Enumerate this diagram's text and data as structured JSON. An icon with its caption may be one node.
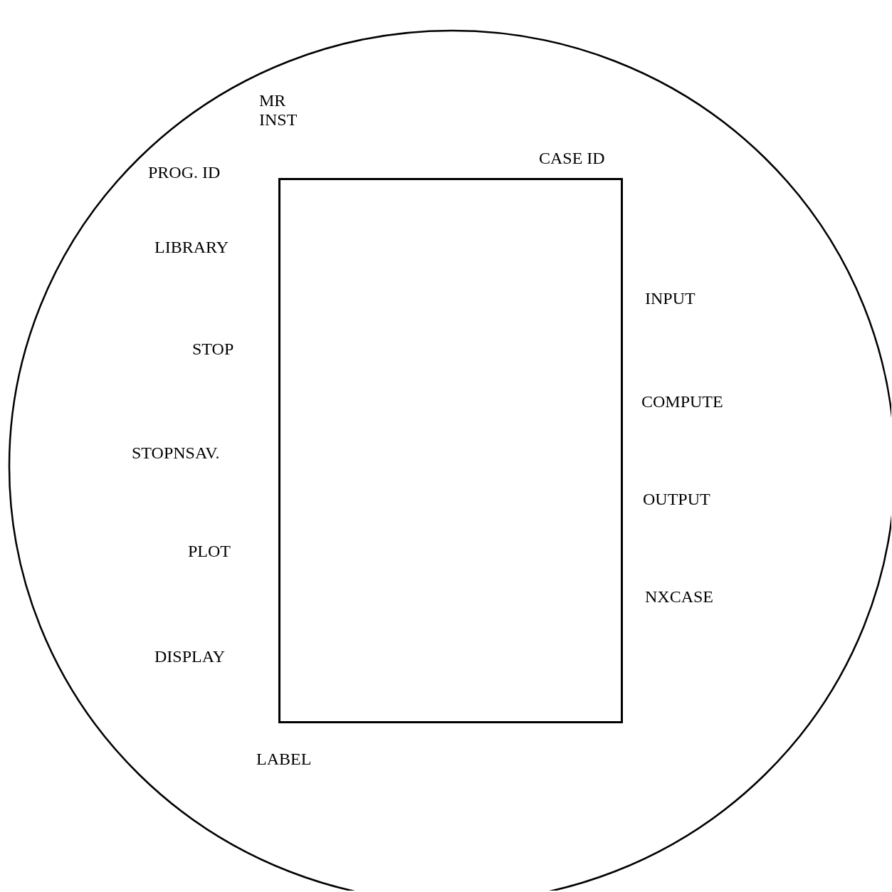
{
  "diagram": {
    "nodes": [
      {
        "text": [],
        "shape": "circle"
      },
      {
        "text": [],
        "shape": "box",
        "in": 0
      }
    ],
    "labels": [
      "MR INST",
      "PROG. ID",
      "CASE ID",
      "LIBRARY",
      "INPUT",
      "STOP",
      "COMPUTE",
      "STOPNSAV.",
      "OUTPUT",
      "PLOT",
      "NXCASE",
      "DISPLAY",
      "LABEL"
    ]
  }
}
